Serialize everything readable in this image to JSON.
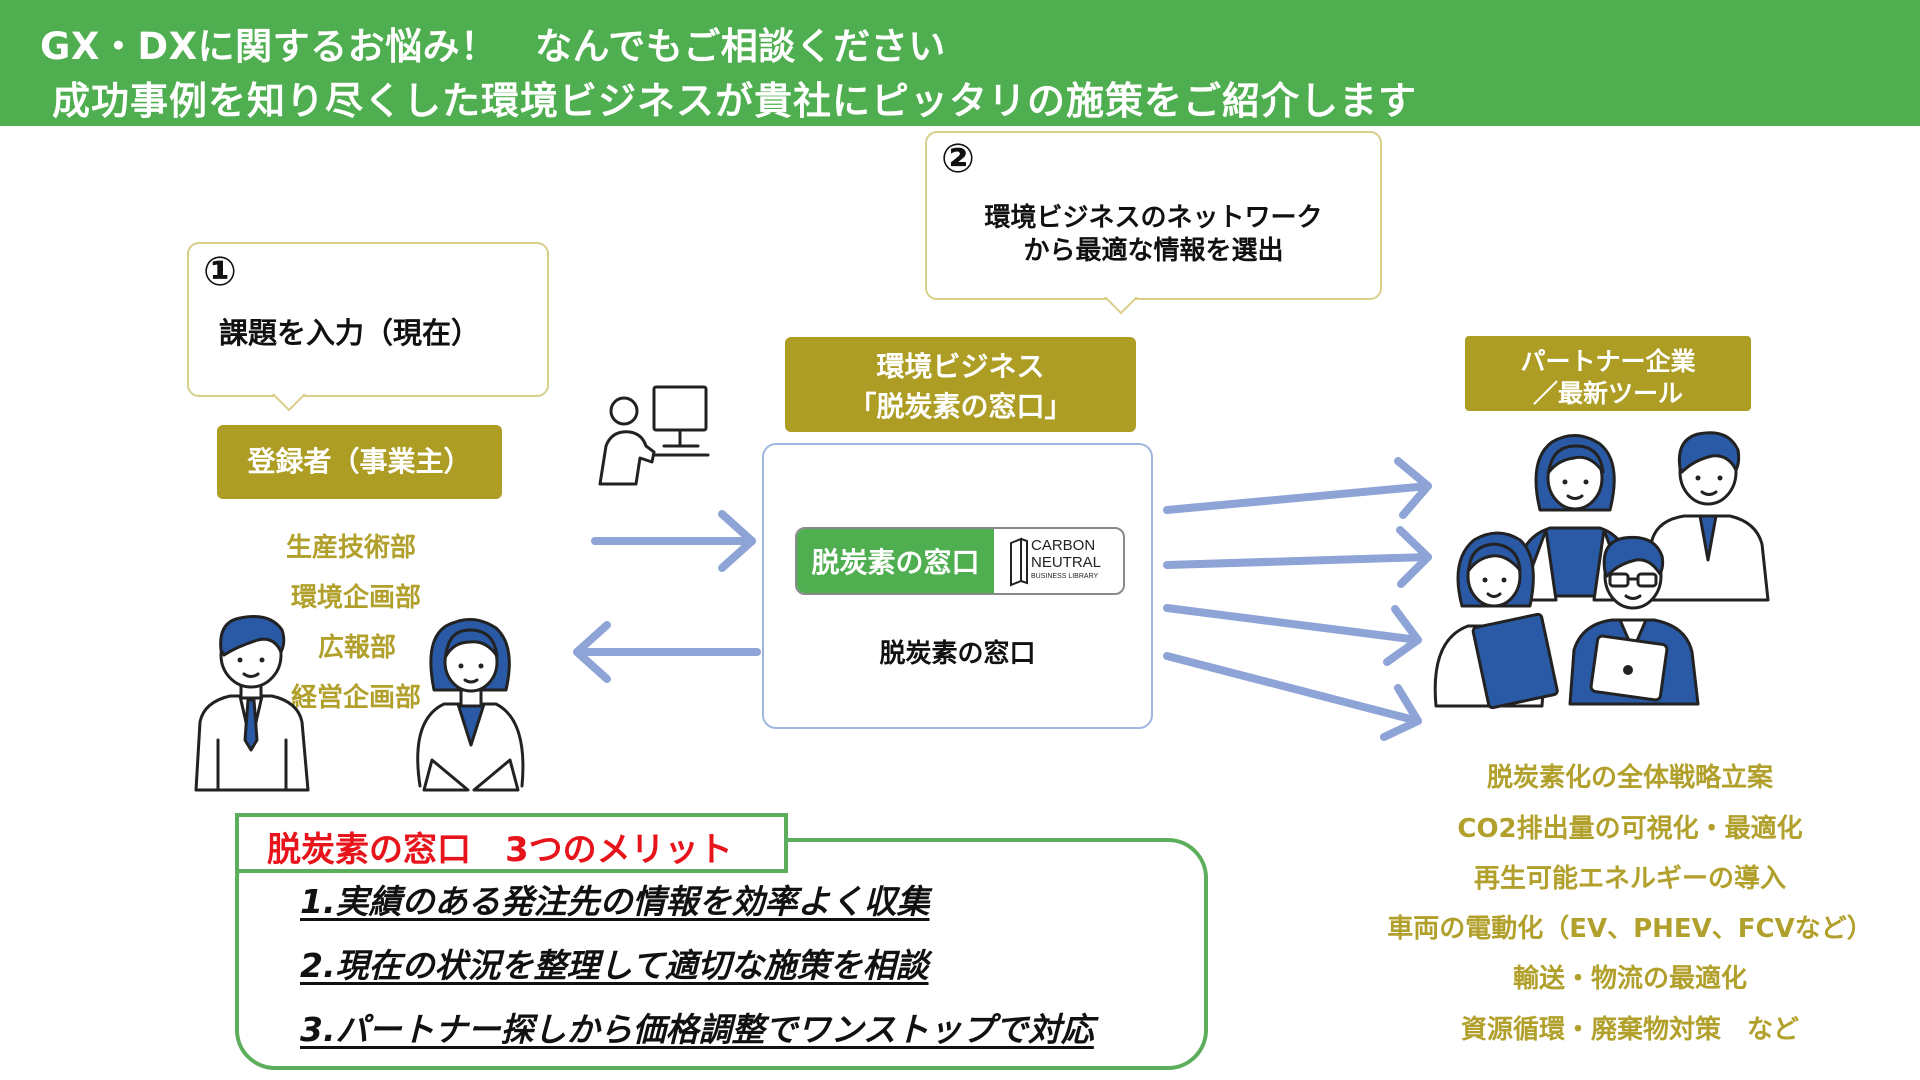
{
  "header": {
    "line1": "GX・DXに関するお悩み！　なんでもご相談ください",
    "line2": "成功事例を知り尽くした環境ビジネスが貴社にピッタリの施策をご紹介します"
  },
  "bubble1": {
    "num": "①",
    "text": "課題を入力（現在）"
  },
  "bubble2": {
    "num": "②",
    "line1": "環境ビジネスのネットワーク",
    "line2": "から最適な情報を選出"
  },
  "registrant": {
    "label": "登録者（事業主）"
  },
  "departments": [
    "生産技術部",
    "環境企画部",
    "広報部",
    "経営企画部"
  ],
  "center": {
    "title_line1": "環境ビジネス",
    "title_line2": "「脱炭素の窓口」",
    "logo_text": "脱炭素の窓口",
    "logo_cn_line1": "CARBON",
    "logo_cn_line2": "NEUTRAL",
    "logo_cn_line3": "BUSINESS LIBRARY",
    "caption": "脱炭素の窓口"
  },
  "partner": {
    "line1": "パートナー企業",
    "line2": "／最新ツール"
  },
  "services": [
    "脱炭素化の全体戦略立案",
    "CO2排出量の可視化・最適化",
    "再生可能エネルギーの導入",
    "車両の電動化（EV、PHEV、FCVなど）",
    "輸送・物流の最適化",
    "資源循環・廃棄物対策　など"
  ],
  "merits": {
    "title": "脱炭素の窓口　3つのメリット",
    "items": [
      "1.実績のある発注先の情報を効率よく収集",
      "2.現在の状況を整理して適切な施策を相談",
      "3.パートナー探しから価格調整でワンストップで対応"
    ]
  },
  "colors": {
    "header_green": "#4fae4f",
    "olive": "#ad9d24",
    "arrow_blue": "#8ea3d6",
    "accent_red": "#e8141c"
  },
  "icons": [
    "computer-user-icon",
    "businessman-icon",
    "businesswoman-icon",
    "partner-team-icon"
  ]
}
